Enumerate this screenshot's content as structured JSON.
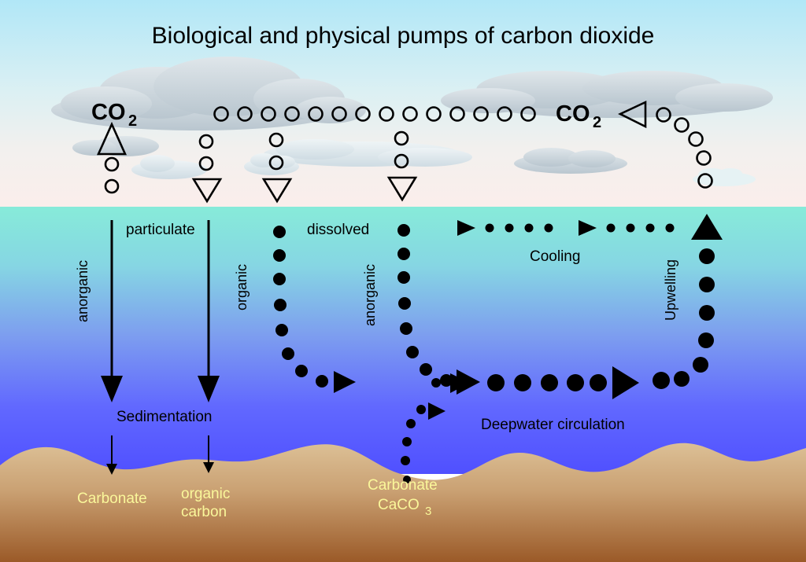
{
  "title": "Biological and physical pumps of carbon dioxide",
  "colors": {
    "sky_top": "#b8e9f6",
    "sky_horizon": "#fbeeee",
    "water_top": "#86ead8",
    "water_bottom": "#5353ff",
    "seabed_top": "#d9bc90",
    "seabed_bottom": "#9d5c2a",
    "cloud": "#c9d4dc",
    "ink": "#000000",
    "seafloor_label": "#faf79a"
  },
  "atmosphere": {
    "co2_label_left": "CO",
    "co2_sub_left": "2",
    "co2_label_right": "CO",
    "co2_sub_right": "2"
  },
  "ocean_labels": {
    "particulate": "particulate",
    "dissolved": "dissolved",
    "anorganic_particulate": "anorganic",
    "organic_particulate": "organic",
    "organic_dissolved": "organic",
    "anorganic_dissolved": "anorganic",
    "sedimentation": "Sedimentation",
    "cooling": "Cooling",
    "upwelling": "Upwelling",
    "deepwater": "Deepwater circulation"
  },
  "seafloor_labels": {
    "carbonate_left": "Carbonate",
    "organic_carbon_line1": "organic",
    "organic_carbon_line2": "carbon",
    "carbonate_caco3_line1": "Carbonate",
    "carbonate_caco3_line2": "CaCO",
    "carbonate_caco3_sub": "3"
  },
  "chart_data": {
    "type": "diagram",
    "title": "Biological and physical pumps of carbon dioxide",
    "regions": [
      {
        "name": "atmosphere",
        "y_range": [
          0,
          262
        ]
      },
      {
        "name": "ocean",
        "y_range": [
          262,
          600
        ]
      },
      {
        "name": "seabed",
        "y_range": [
          590,
          715
        ]
      }
    ],
    "flows": [
      {
        "name": "outgassing",
        "direction": "up",
        "marker": "hollow-triangle",
        "x": 142
      },
      {
        "name": "absorption",
        "direction": "down",
        "marker": "hollow-triangle",
        "x": [
          262,
          351,
          510
        ]
      },
      {
        "name": "atmospheric-transport",
        "direction": "left",
        "marker": "hollow-triangle",
        "x": 803
      },
      {
        "name": "anorganic-particulate-sinking",
        "direction": "down",
        "marker": "solid-arrow",
        "x": 142
      },
      {
        "name": "organic-particulate-sinking",
        "direction": "down",
        "marker": "solid-arrow",
        "x": 265
      },
      {
        "name": "organic-dissolved-sinking",
        "direction": "down-right",
        "marker": "solid-dots",
        "x": 355
      },
      {
        "name": "anorganic-dissolved-sinking",
        "direction": "down-right",
        "marker": "solid-dots",
        "x": 513
      },
      {
        "name": "cooling-sinking",
        "direction": "left",
        "marker": "solid-dots",
        "y": 290
      },
      {
        "name": "deepwater-circulation",
        "direction": "right",
        "marker": "solid-dots",
        "y": 487
      },
      {
        "name": "upwelling",
        "direction": "up",
        "marker": "solid-dots",
        "x": 898
      }
    ]
  }
}
